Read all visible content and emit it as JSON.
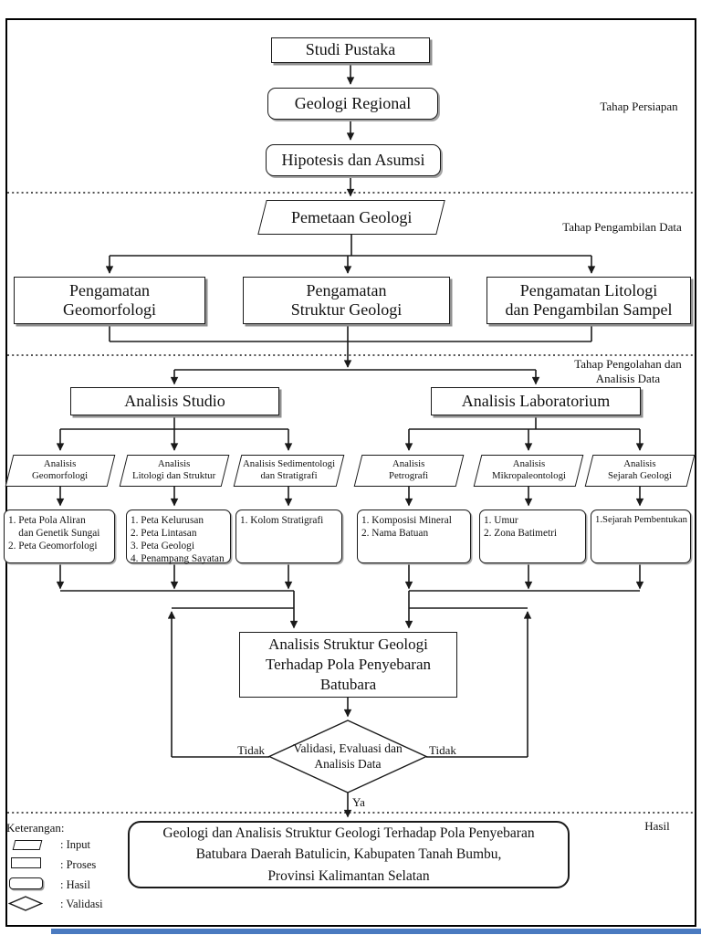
{
  "stage_labels": {
    "persiapan": "Tahap Persiapan",
    "pengambilan_data": "Tahap Pengambilan Data",
    "pengolahan_line1": "Tahap Pengolahan dan",
    "pengolahan_line2": "Analisis Data",
    "hasil": "Hasil"
  },
  "nodes": {
    "studi_pustaka": "Studi Pustaka",
    "geologi_regional": "Geologi Regional",
    "hipotesis_asumsi": "Hipotesis dan Asumsi",
    "pemetaan_geologi": "Pemetaan Geologi",
    "pengamatan_geomorfologi": "Pengamatan\nGeomorfologi",
    "pengamatan_struktur": "Pengamatan\nStruktur Geologi",
    "pengamatan_litologi": "Pengamatan Litologi\ndan Pengambilan Sampel",
    "analisis_studio": "Analisis Studio",
    "analisis_laboratorium": "Analisis Laboratorium",
    "analisis_geomorfologi": "Analisis\nGeomorfologi",
    "analisis_litologi_struktur": "Analisis\nLitologi dan Struktur",
    "analisis_sedimentologi": "Analisis Sedimentologi\ndan Stratigrafi",
    "analisis_petrografi": "Analisis\nPetrografi",
    "analisis_mikropaleontologi": "Analisis\nMikropaleontologi",
    "analisis_sejarah_geologi": "Analisis\nSejarah Geologi",
    "hasil_studio_1": "1. Peta Pola Aliran\n    dan Genetik Sungai\n2. Peta Geomorfologi",
    "hasil_studio_2": "1. Peta Kelurusan\n2. Peta Lintasan\n3. Peta Geologi\n4. Penampang Sayatan",
    "hasil_studio_3": "1. Kolom Stratigrafi",
    "hasil_lab_1": "1. Komposisi Mineral\n2. Nama Batuan",
    "hasil_lab_2": "1. Umur\n2. Zona Batimetri",
    "hasil_lab_3": "1.Sejarah Pembentukan",
    "analisis_struktur_batubara": "Analisis Struktur Geologi\nTerhadap Pola Penyebaran\nBatubara",
    "validasi": "Validasi, Evaluasi dan\nAnalisis Data",
    "hasil_akhir": "Geologi dan Analisis Struktur Geologi Terhadap Pola Penyebaran\nBatubara Daerah Batulicin, Kabupaten Tanah Bumbu,\nProvinsi Kalimantan Selatan"
  },
  "decision_labels": {
    "tidak_kiri": "Tidak",
    "tidak_kanan": "Tidak",
    "ya": "Ya"
  },
  "legend": {
    "title": "Keterangan:",
    "items": [
      {
        "shape": "parallelogram",
        "label": ": Input"
      },
      {
        "shape": "rectangle",
        "label": ": Proses"
      },
      {
        "shape": "rounded-rectangle",
        "label": ": Hasil"
      },
      {
        "shape": "diamond",
        "label": ": Validasi"
      }
    ]
  },
  "colors": {
    "line": "#1a1a1a",
    "bottom_bar": "#4a7ac0"
  }
}
